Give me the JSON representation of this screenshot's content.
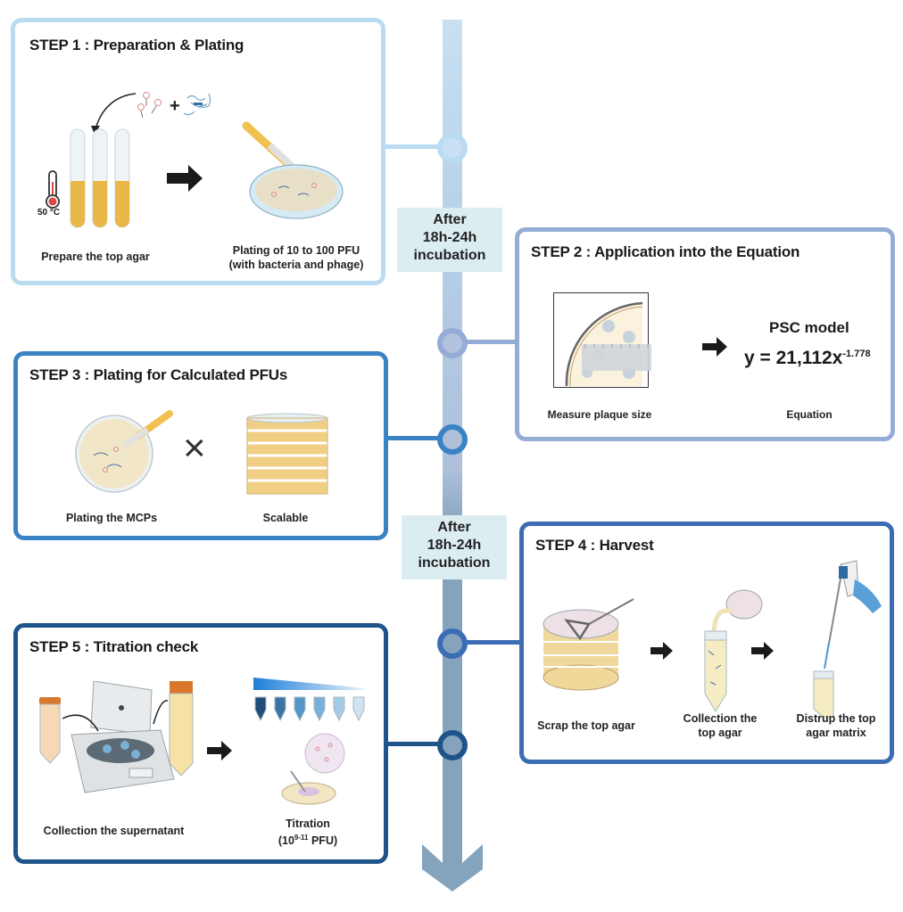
{
  "colors": {
    "step1": "#b9dcf2",
    "step2": "#94acd6",
    "step3": "#3b82c4",
    "step4": "#3c6db4",
    "step5": "#1f548a",
    "timeline_top": "#c5ddef",
    "timeline_mid": "#b2c2dc",
    "timeline_bottom": "#84a3bd",
    "note_bg": "#dcedf2",
    "agar_yellow": "#e9b849",
    "arrow_dark": "#1a1a1a"
  },
  "timeline": {
    "notes": [
      {
        "line1": "After",
        "line2": "18h-24h",
        "line3": "incubation"
      },
      {
        "line1": "After",
        "line2": "18h-24h",
        "line3": "incubation"
      }
    ]
  },
  "step1": {
    "title": "STEP 1 : Preparation & Plating",
    "temperature": "50 °C",
    "caption_left": "Prepare the top agar",
    "caption_right_line1": "Plating of 10 to 100 PFU",
    "caption_right_line2": "(with bacteria and phage)",
    "plus": "+"
  },
  "step2": {
    "title": "STEP 2 : Application into the Equation",
    "caption_left": "Measure plaque size",
    "model_label": "PSC model",
    "equation_base": "y = 21,112x",
    "equation_exponent": "-1.778",
    "caption_right": "Equation"
  },
  "step3": {
    "title": "STEP 3 : Plating for Calculated PFUs",
    "caption_left": "Plating the MCPs",
    "times": "×",
    "caption_right": "Scalable"
  },
  "step4": {
    "title": "STEP 4 : Harvest",
    "caption_1": "Scrap the top agar",
    "caption_2_line1": "Collection the",
    "caption_2_line2": "top agar",
    "caption_3_line1": "Distrup the top",
    "caption_3_line2": "agar matrix"
  },
  "step5": {
    "title": "STEP 5 : Titration check",
    "caption_left": "Collection the supernatant",
    "caption_right_line1": "Titration",
    "caption_right_prefix": "(10",
    "caption_right_exponent": "9-11",
    "caption_right_suffix": " PFU)"
  }
}
